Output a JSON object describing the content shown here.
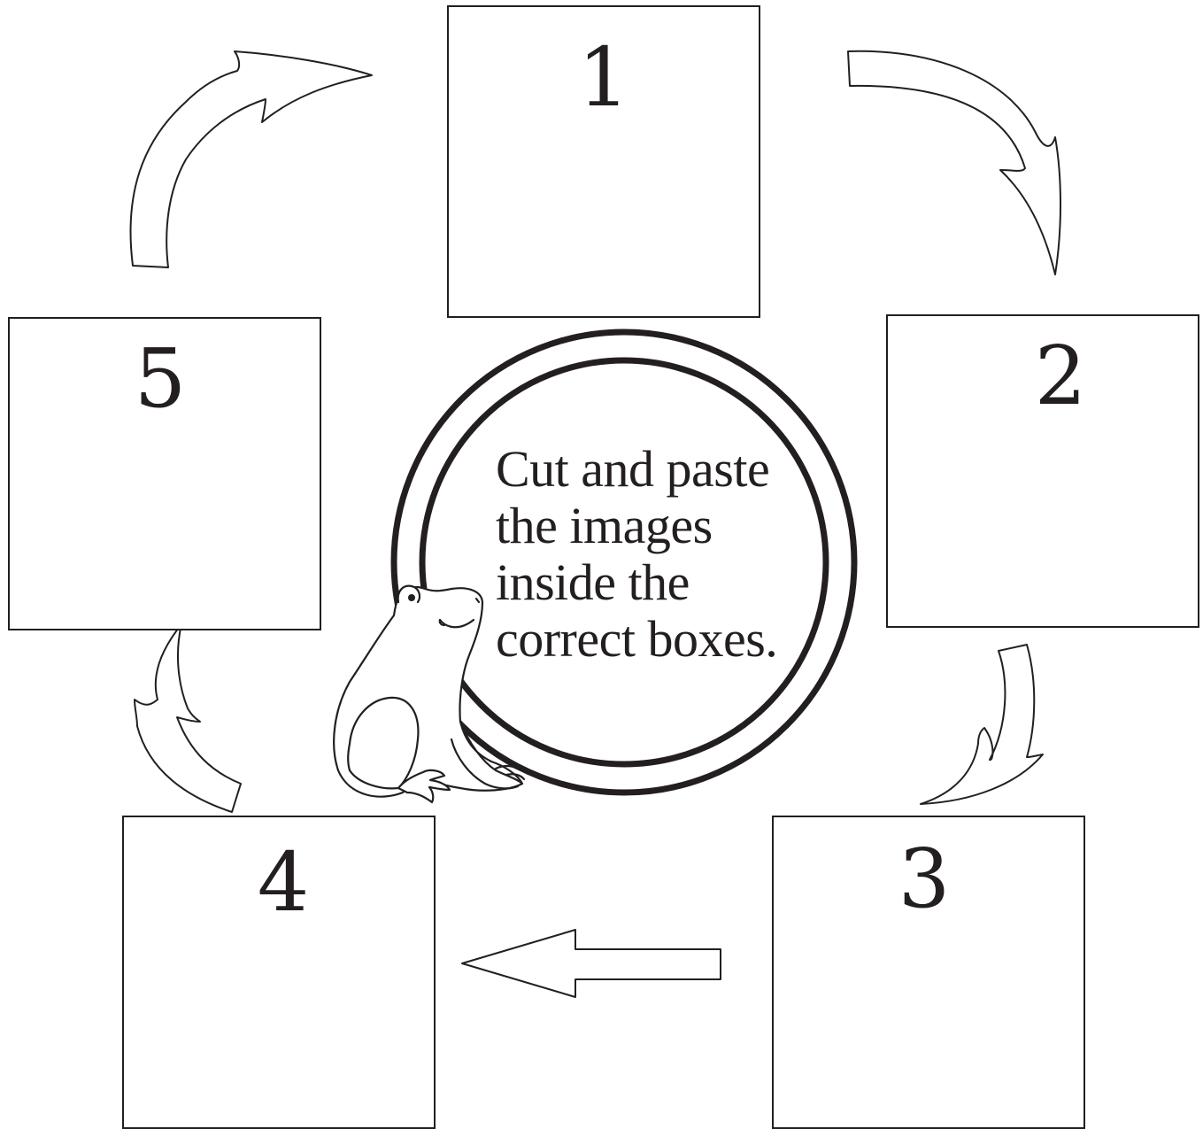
{
  "steps": [
    {
      "number": "1"
    },
    {
      "number": "2"
    },
    {
      "number": "3"
    },
    {
      "number": "4"
    },
    {
      "number": "5"
    }
  ],
  "instruction": {
    "lines": [
      "Cut and paste",
      "the images",
      "inside the",
      "correct boxes."
    ]
  },
  "colors": {
    "ink": "#231f20",
    "paper": "#ffffff"
  },
  "icons": {
    "center": "frog-icon"
  }
}
